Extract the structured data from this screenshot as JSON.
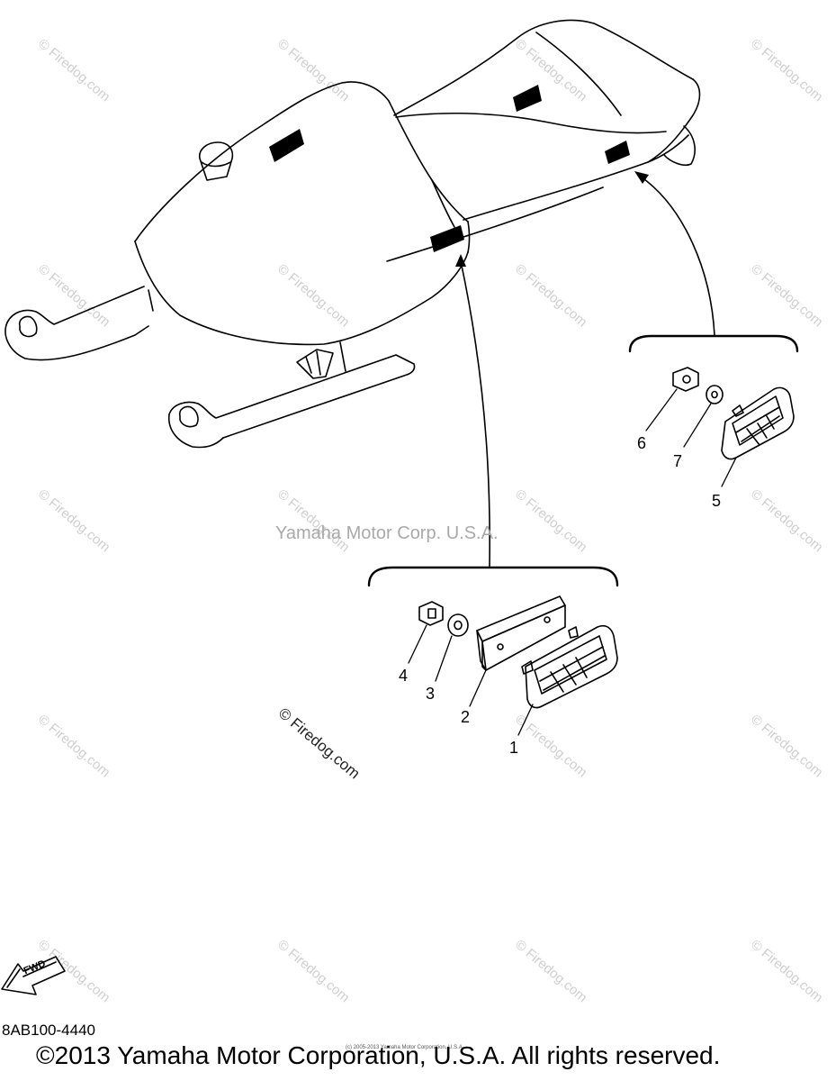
{
  "watermark": {
    "repeat_text": "© Firedog.com",
    "center_text": "Yamaha Motor Corp. U.S.A.",
    "prominent_text": "© Firedog.com"
  },
  "callouts": {
    "part_1": "1",
    "part_2": "2",
    "part_3": "3",
    "part_4": "4",
    "part_5": "5",
    "part_6": "6",
    "part_7": "7"
  },
  "fwd_label": "FWD",
  "drawing_code": "8AB100-4440",
  "tiny_copyright": "(c) 2005-2013 Yamaha Motor Corporation, U.S.A.",
  "footer_copyright": "©2013 Yamaha Motor Corporation, U.S.A. All rights reserved."
}
